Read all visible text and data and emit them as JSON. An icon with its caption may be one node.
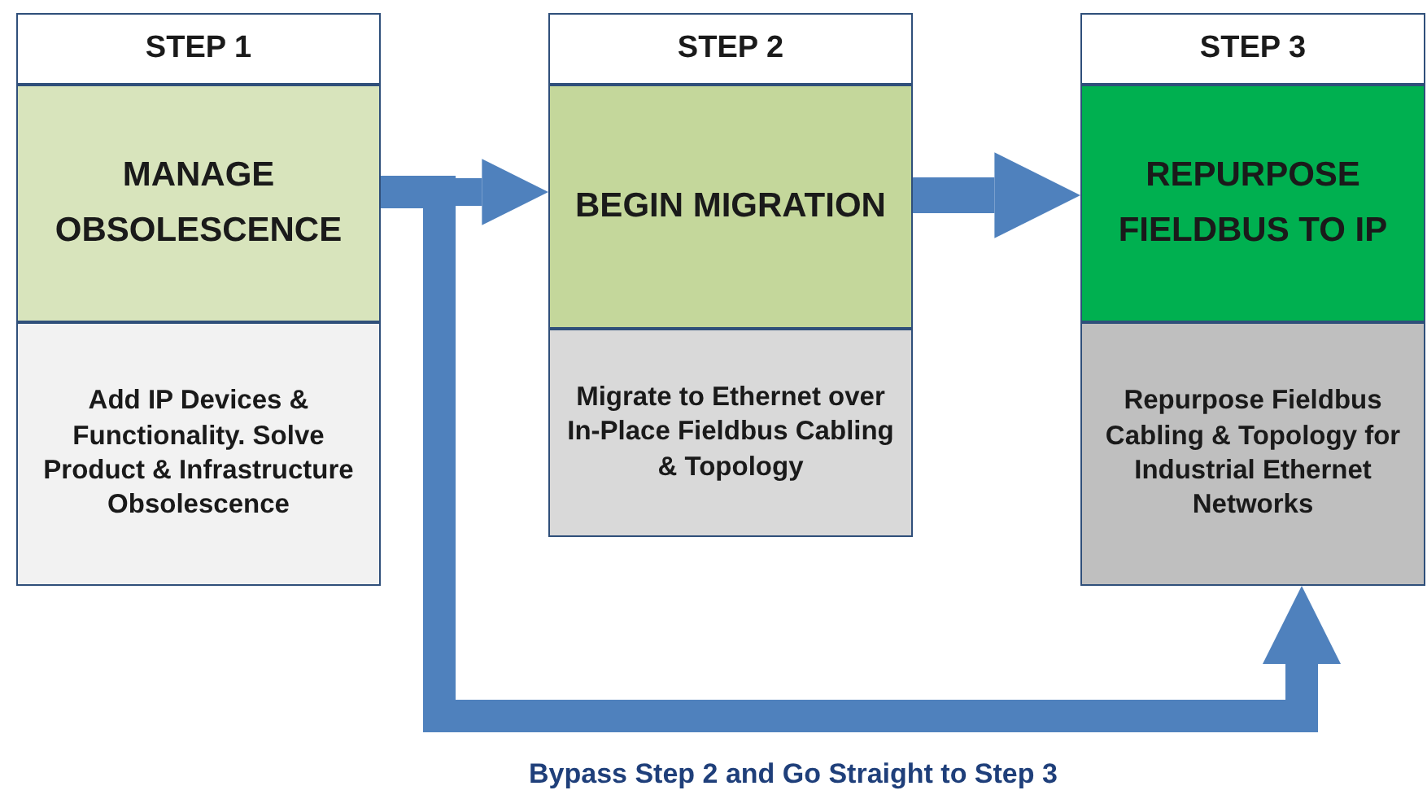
{
  "diagram": {
    "nodes": [
      {
        "text": [
          "STEP 1"
        ]
      },
      {
        "text": [
          "MANAGE OBSOLESCENCE"
        ]
      },
      {
        "text": [
          "Add IP Devices & Functionality. Solve Product & Infrastructure Obsolescence"
        ]
      },
      {
        "text": [
          "STEP 2"
        ]
      },
      {
        "text": [
          "BEGIN MIGRATION"
        ]
      },
      {
        "text": [
          "Migrate to Ethernet over In-Place Fieldbus Cabling & Topology"
        ]
      },
      {
        "text": [
          "STEP 3"
        ]
      },
      {
        "text": [
          "REPURPOSE FIELDBUS TO IP"
        ]
      },
      {
        "text": [
          "Repurpose Fieldbus Cabling & Topology for Industrial Ethernet Networks"
        ]
      }
    ],
    "edges": [
      {
        "from": 1,
        "to": 4,
        "arrow": "to"
      },
      {
        "from": 4,
        "to": 7,
        "arrow": "to"
      },
      {
        "from": 1,
        "to": 8,
        "arrow": "to",
        "label": "Bypass Step 2 and Go Straight to Step 3"
      }
    ]
  }
}
